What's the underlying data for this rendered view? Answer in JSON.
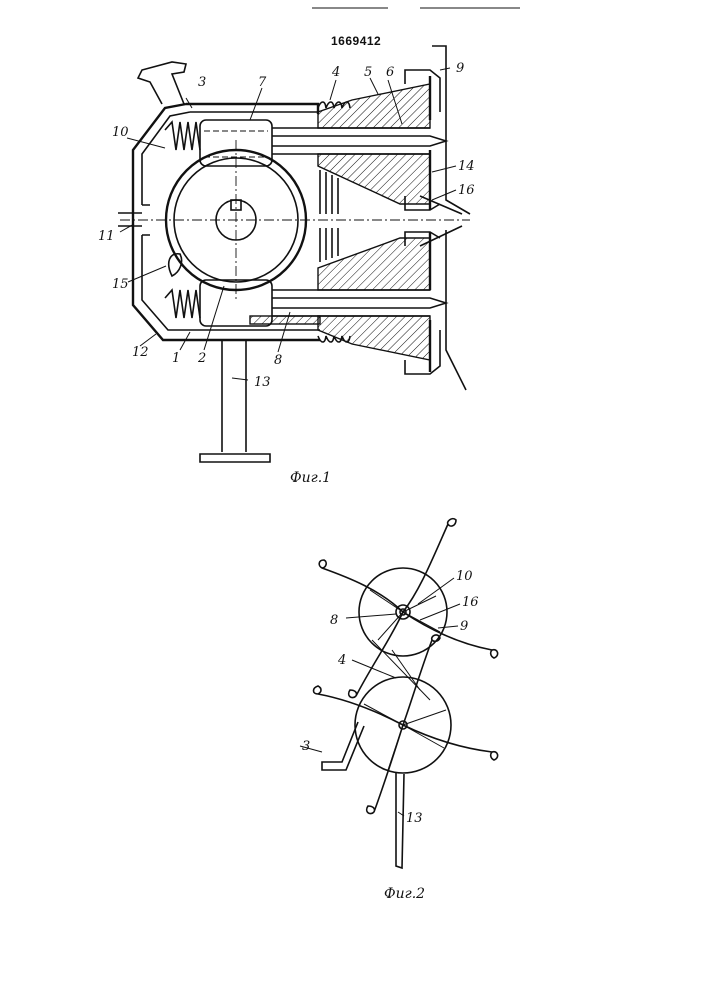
{
  "patent_number": "1669412",
  "fig1": {
    "caption": "Фиг.1",
    "labels": {
      "l1": "1",
      "l2": "2",
      "l3": "3",
      "l4": "4",
      "l5": "5",
      "l6": "6",
      "l7": "7",
      "l8": "8",
      "l9": "9",
      "l10": "10",
      "l11": "11",
      "l12": "12",
      "l13": "13",
      "l14": "14",
      "l15": "15",
      "l16": "16"
    }
  },
  "fig2": {
    "caption": "Фиг.2",
    "labels": {
      "l3": "3",
      "l4": "4",
      "l8": "8",
      "l9": "9",
      "l10": "10",
      "l13": "13",
      "l16": "16"
    }
  }
}
